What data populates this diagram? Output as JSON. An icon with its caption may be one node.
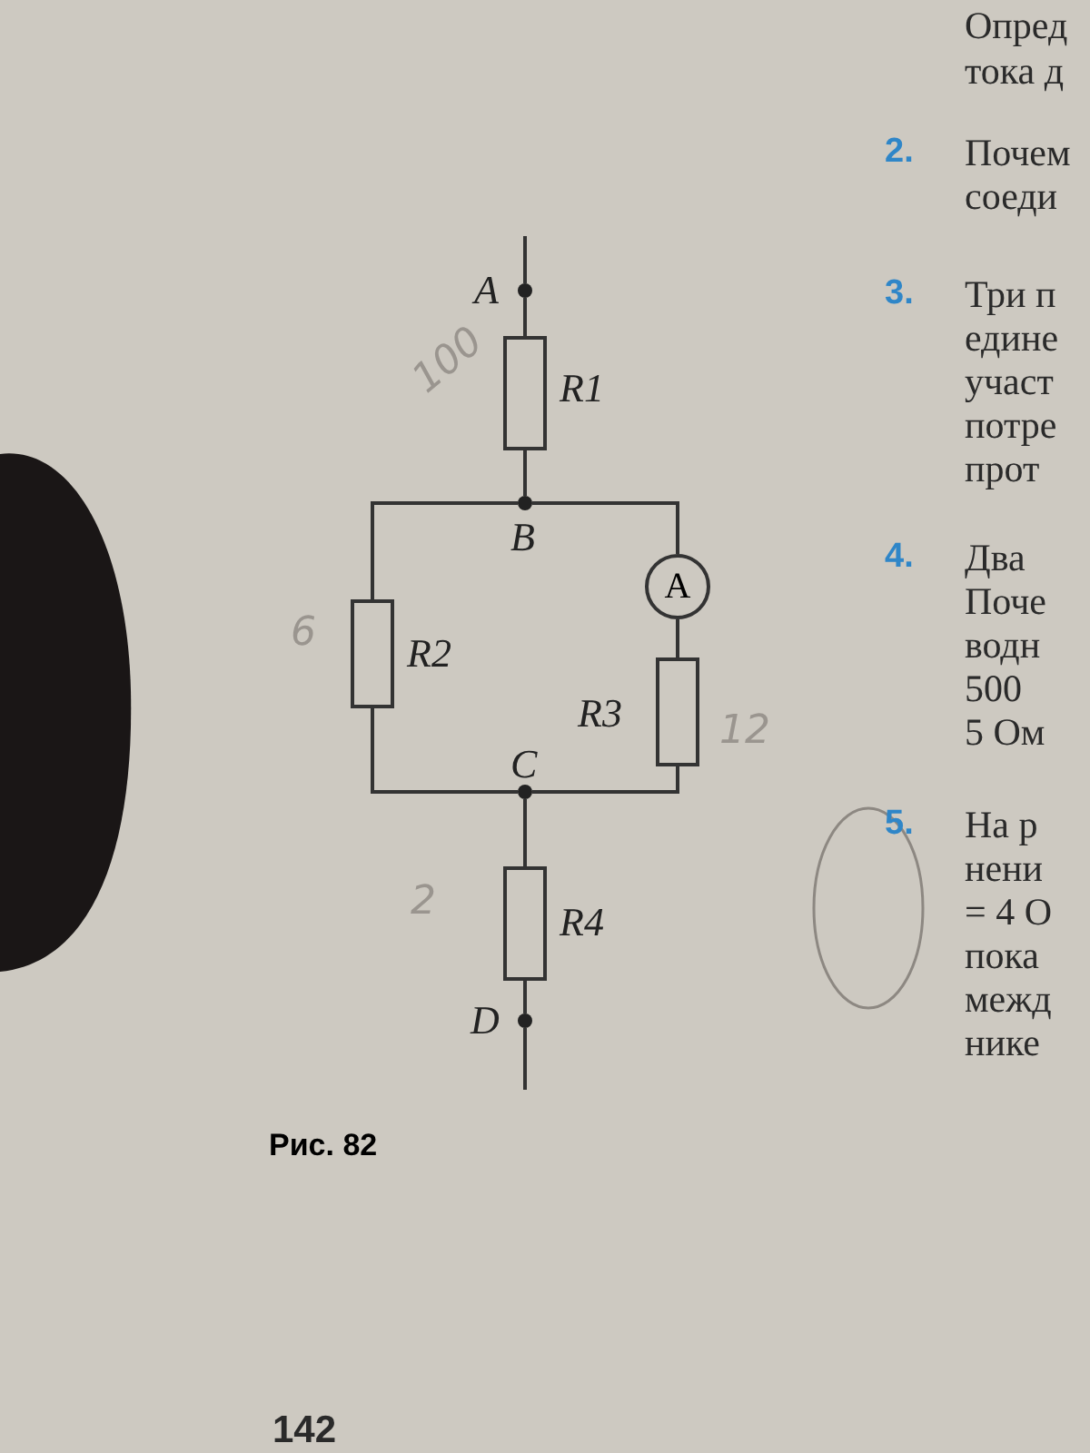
{
  "diagram": {
    "caption": "Рис. 82",
    "nodes": [
      {
        "text": [
          "A"
        ]
      },
      {
        "text": [
          "R1"
        ],
        "beside": [
          "100"
        ]
      },
      {
        "text": [
          "B"
        ]
      },
      {
        "text": [
          "R2"
        ],
        "beside": [
          "6"
        ]
      },
      {
        "text": [
          "A"
        ]
      },
      {
        "text": [
          "R3"
        ],
        "beside": [
          "12"
        ]
      },
      {
        "text": [
          "C"
        ]
      },
      {
        "text": [
          "R4"
        ],
        "beside": [
          "2"
        ]
      },
      {
        "text": [
          "D"
        ]
      }
    ],
    "edges": [
      {
        "from": null,
        "to": 0,
        "arrow": "none"
      },
      {
        "from": 0,
        "to": 1,
        "arrow": "none"
      },
      {
        "from": 1,
        "to": 2,
        "arrow": "none"
      },
      {
        "from": 2,
        "to": 3,
        "arrow": "none"
      },
      {
        "from": 2,
        "to": 4,
        "arrow": "none"
      },
      {
        "from": 4,
        "to": 5,
        "arrow": "none"
      },
      {
        "from": 3,
        "to": 6,
        "arrow": "none"
      },
      {
        "from": 5,
        "to": 6,
        "arrow": "none"
      },
      {
        "from": 6,
        "to": 7,
        "arrow": "none"
      },
      {
        "from": 7,
        "to": 8,
        "arrow": "none"
      },
      {
        "from": 8,
        "to": null,
        "arrow": "none"
      }
    ],
    "labels": [
      "Опред",
      "тока д",
      "2.",
      "Почем",
      "соеди",
      "3.",
      "Три п",
      "едине",
      "участ",
      "потре",
      "прот",
      "4.",
      "Два",
      "Поче",
      "водн",
      "500",
      "5 Ом",
      "5.",
      "На р",
      "нени",
      "= 4 О",
      "пока",
      "межд",
      "нике",
      "142"
    ]
  }
}
